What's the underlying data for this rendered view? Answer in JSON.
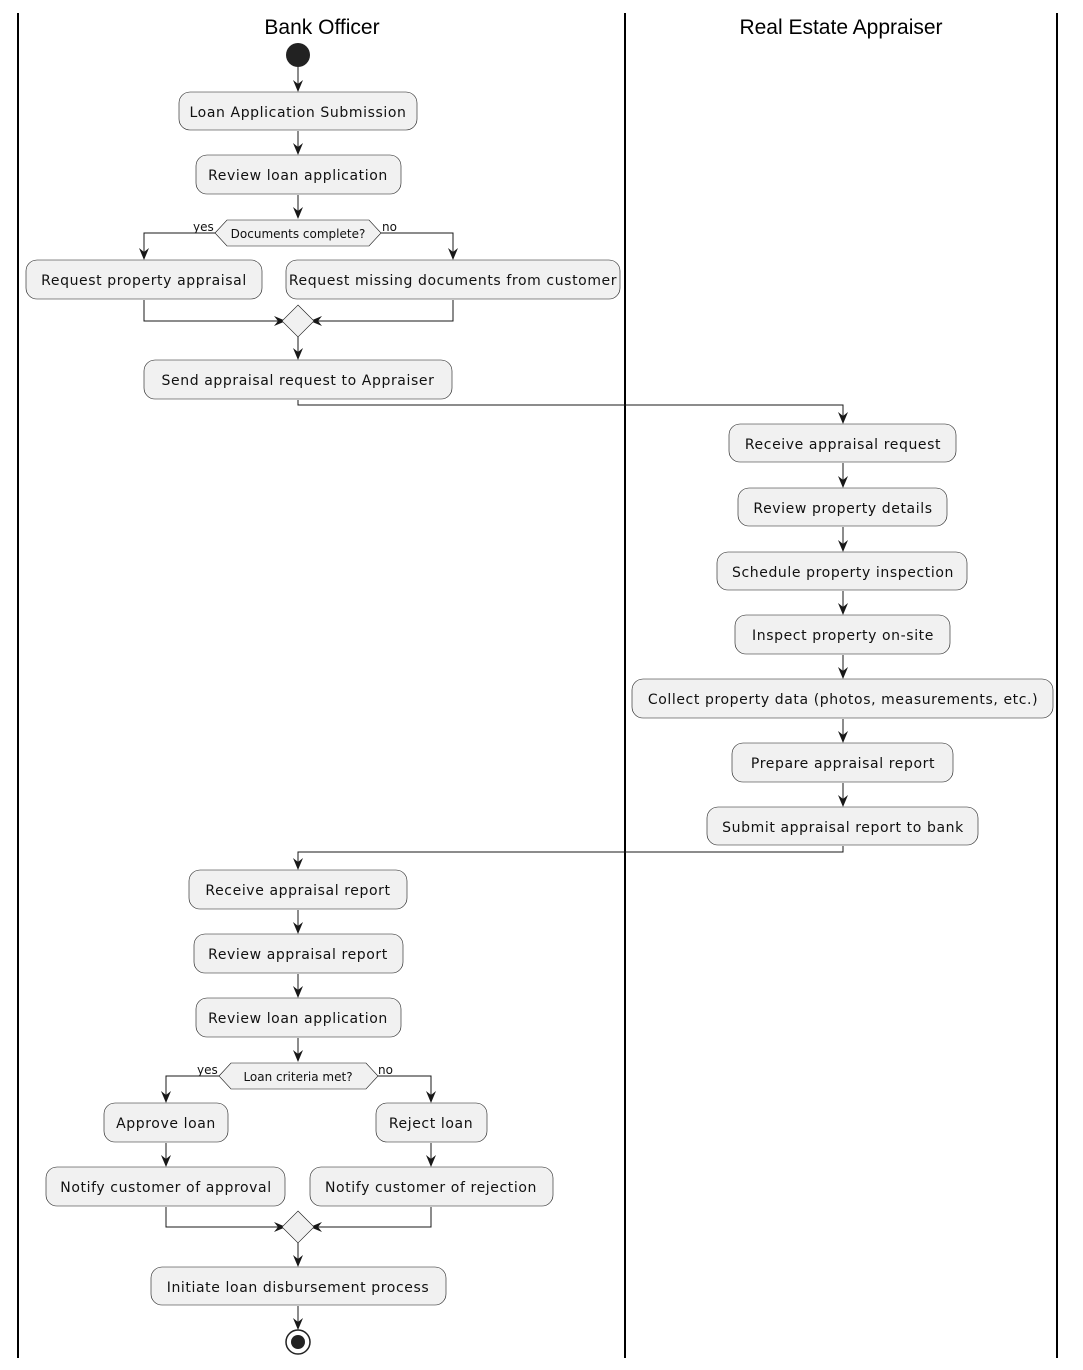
{
  "lanes": [
    {
      "title": "Bank Officer"
    },
    {
      "title": "Real Estate Appraiser"
    }
  ],
  "activities": {
    "loan_submission": "Loan Application Submission",
    "review_application_1": "Review loan application",
    "request_appraisal": "Request property appraisal",
    "request_missing_docs": "Request missing documents from customer",
    "send_request": "Send appraisal request to Appraiser",
    "receive_request": "Receive appraisal request",
    "review_property": "Review property details",
    "schedule_inspection": "Schedule property inspection",
    "inspect_property": "Inspect property on-site",
    "collect_data": "Collect property data (photos, measurements, etc.)",
    "prepare_report": "Prepare appraisal report",
    "submit_report": "Submit appraisal report to bank",
    "receive_report": "Receive appraisal report",
    "review_report": "Review appraisal report",
    "review_application_2": "Review loan application",
    "approve_loan": "Approve loan",
    "reject_loan": "Reject loan",
    "notify_approval": "Notify customer of approval",
    "notify_rejection": "Notify customer of rejection",
    "initiate_disbursement": "Initiate loan disbursement process"
  },
  "decisions": {
    "documents_complete": {
      "question": "Documents complete?",
      "yes": "yes",
      "no": "no"
    },
    "loan_criteria": {
      "question": "Loan criteria met?",
      "yes": "yes",
      "no": "no"
    }
  }
}
